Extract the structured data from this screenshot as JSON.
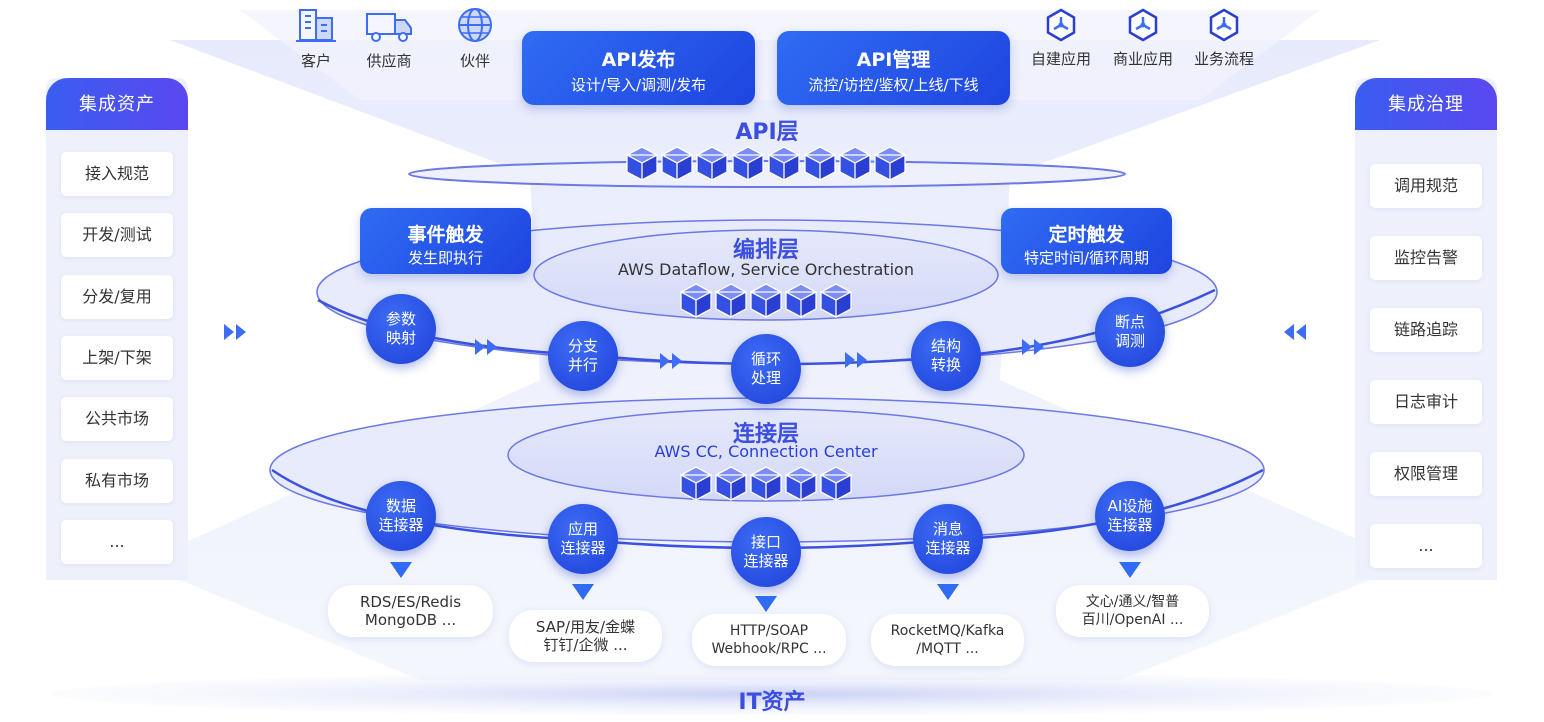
{
  "left_panel": {
    "title": "集成资产",
    "items": [
      "接入规范",
      "开发/测试",
      "分发/复用",
      "上架/下架",
      "公共市场",
      "私有市场",
      "..."
    ]
  },
  "right_panel": {
    "title": "集成治理",
    "items": [
      "调用规范",
      "监控告警",
      "链路追踪",
      "日志审计",
      "权限管理",
      "..."
    ]
  },
  "top_left_icons": [
    {
      "label": "客户",
      "icon": "building-icon"
    },
    {
      "label": "供应商",
      "icon": "truck-icon"
    },
    {
      "label": "伙伴",
      "icon": "globe-icon"
    }
  ],
  "top_right_icons": [
    {
      "label": "自建应用",
      "icon": "hub-icon"
    },
    {
      "label": "商业应用",
      "icon": "hub-icon"
    },
    {
      "label": "业务流程",
      "icon": "hub-icon"
    }
  ],
  "api_publish": {
    "title": "API发布",
    "subtitle": "设计/导入/调测/发布"
  },
  "api_manage": {
    "title": "API管理",
    "subtitle": "流控/访控/鉴权/上线/下线"
  },
  "api_layer": {
    "title": "API层"
  },
  "event_trigger": {
    "title": "事件触发",
    "subtitle": "发生即执行"
  },
  "timer_trigger": {
    "title": "定时触发",
    "subtitle": "特定时间/循环周期"
  },
  "orchestration_layer": {
    "title": "编排层",
    "subtitle": "AWS Dataflow, Service Orchestration"
  },
  "orchestration_nodes": [
    {
      "line1": "参数",
      "line2": "映射"
    },
    {
      "line1": "分支",
      "line2": "并行"
    },
    {
      "line1": "循环",
      "line2": "处理"
    },
    {
      "line1": "结构",
      "line2": "转换"
    },
    {
      "line1": "断点",
      "line2": "调测"
    }
  ],
  "connection_layer": {
    "title": "连接层",
    "subtitle": "AWS CC, Connection Center"
  },
  "connectors": [
    {
      "line1": "数据",
      "line2": "连接器",
      "detail1": "RDS/ES/Redis",
      "detail2": "MongoDB ..."
    },
    {
      "line1": "应用",
      "line2": "连接器",
      "detail1": "SAP/用友/金蝶",
      "detail2": "钉钉/企微 ..."
    },
    {
      "line1": "接口",
      "line2": "连接器",
      "detail1": "HTTP/SOAP",
      "detail2": "Webhook/RPC ..."
    },
    {
      "line1": "消息",
      "line2": "连接器",
      "detail1": "RocketMQ/Kafka",
      "detail2": "/MQTT ..."
    },
    {
      "line1": "AI设施",
      "line2": "连接器",
      "detail1": "文心/通义/智普",
      "detail2": "百川/OpenAI ..."
    }
  ],
  "it_assets": {
    "title": "IT资产"
  },
  "colors": {
    "primary": "#2f6cf3",
    "deep": "#1f44e0",
    "accent_text": "#3b4ee0",
    "panel_bg": "#eef1fb"
  }
}
